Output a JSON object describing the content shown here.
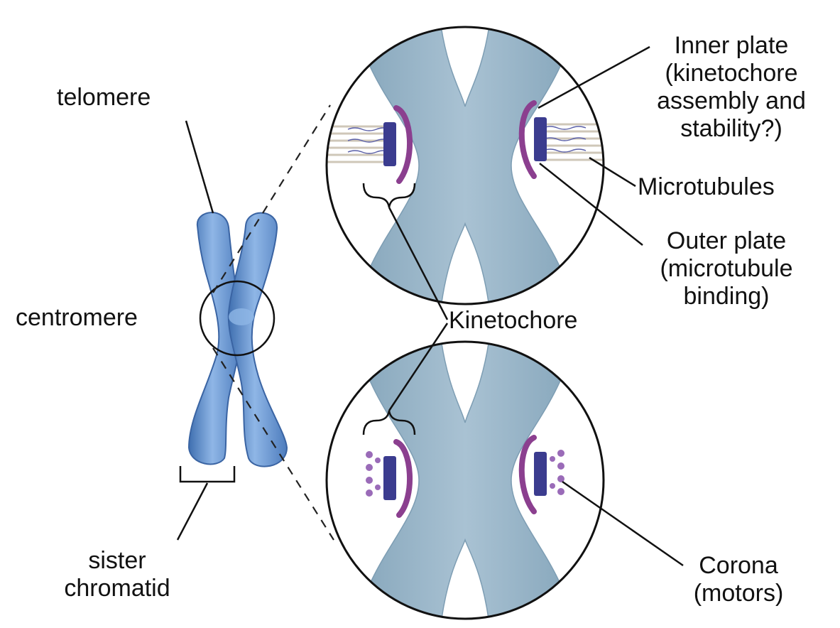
{
  "colors": {
    "chromosome": "#6f9fd6",
    "chromosome_dark": "#3f6fb0",
    "zoom_chromatin": "#9fb8c9",
    "zoom_chromatin_dark": "#7d9db3",
    "inner_plate": "#8b3f8f",
    "outer_plate": "#3b3c8f",
    "microtubule": "#cfc7b8",
    "corona": "#9a6bb8",
    "line": "#111111"
  },
  "labels": {
    "telomere": "telomere",
    "centromere": "centromere",
    "sister_chromatid": [
      "sister",
      "chromatid"
    ],
    "inner_plate": [
      "Inner plate",
      "(kinetochore",
      "assembly and",
      "stability?)"
    ],
    "microtubules": "Microtubules",
    "outer_plate": [
      "Outer plate",
      "(microtubule",
      "binding)"
    ],
    "kinetochore": "Kinetochore",
    "corona": [
      "Corona",
      "(motors)"
    ]
  }
}
